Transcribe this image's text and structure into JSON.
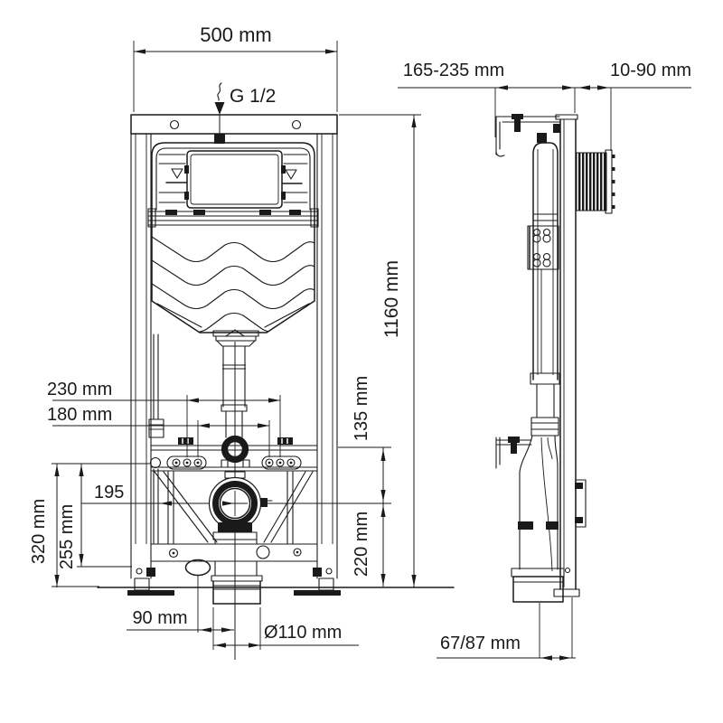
{
  "meta": {
    "title": "Concealed WC installation frame - dimensional drawing",
    "background": "#ffffff",
    "line_color": "#1a1a1a"
  },
  "labels": {
    "width": "500 mm",
    "inlet_thread": "G 1/2",
    "height": "1160 mm",
    "depth_adjust": "165-235 mm",
    "wall_thickness": "10-90 mm",
    "bolt_spacing_outer": "230 mm",
    "bolt_spacing_inner": "180 mm",
    "rail_to_outlet": "135 mm",
    "outlet_offset": "195",
    "rail_to_frame_base": "255 mm",
    "rail_to_floor": "320 mm",
    "outlet_height": "220 mm",
    "trap_to_outlet": "90 mm",
    "outlet_diameter": "Ø110 mm",
    "outlet_depth": "67/87 mm"
  }
}
